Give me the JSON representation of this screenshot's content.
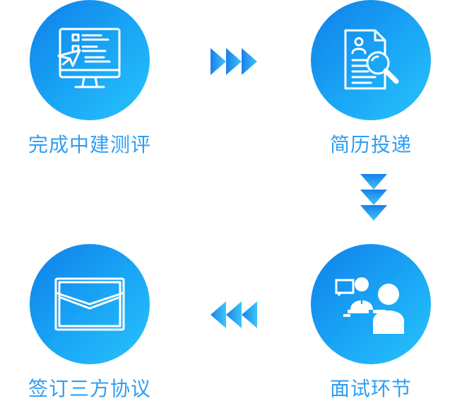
{
  "steps": [
    {
      "label": "完成中建测评",
      "icon": "online-test-monitor-icon"
    },
    {
      "label": "简历投递",
      "icon": "resume-search-icon"
    },
    {
      "label": "面试环节",
      "icon": "interview-people-icon"
    },
    {
      "label": "签订三方协议",
      "icon": "envelope-icon"
    }
  ],
  "arrows": [
    {
      "direction": "right",
      "icon": "triple-chevron-right-icon"
    },
    {
      "direction": "down",
      "icon": "triple-chevron-down-icon"
    },
    {
      "direction": "left",
      "icon": "triple-chevron-left-icon"
    }
  ],
  "colors": {
    "circle_start": "#0f7fe9",
    "circle_end": "#28c3fb",
    "label": "#2f9ef2",
    "arrow_start": "#1a7fe8",
    "arrow_end": "#3dc6fb"
  }
}
